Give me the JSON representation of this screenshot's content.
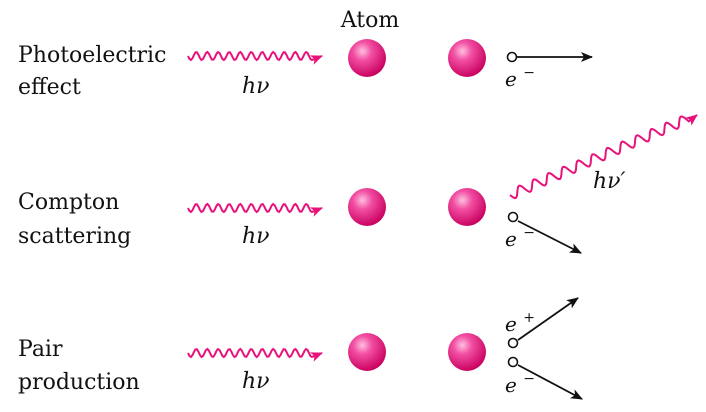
{
  "header": {
    "atom_label": "Atom"
  },
  "processes": [
    {
      "label_line1": "Photoelectric",
      "label_line2": "effect",
      "photon_label": "hν",
      "electron_label": "e",
      "electron_charge": "−"
    },
    {
      "label_line1": "Compton",
      "label_line2": "scattering",
      "photon_label": "hν",
      "scattered_photon_label": "hν′",
      "electron_label": "e",
      "electron_charge": "−"
    },
    {
      "label_line1": "Pair",
      "label_line2": "production",
      "photon_label": "hν",
      "positron_label": "e",
      "positron_charge": "+",
      "electron_label": "e",
      "electron_charge": "−"
    }
  ],
  "colors": {
    "photon": "#e8127c",
    "atom_fill": "#e6127a",
    "atom_highlight": "#ff8cc6",
    "text": "#111111",
    "arrow": "#111111"
  }
}
